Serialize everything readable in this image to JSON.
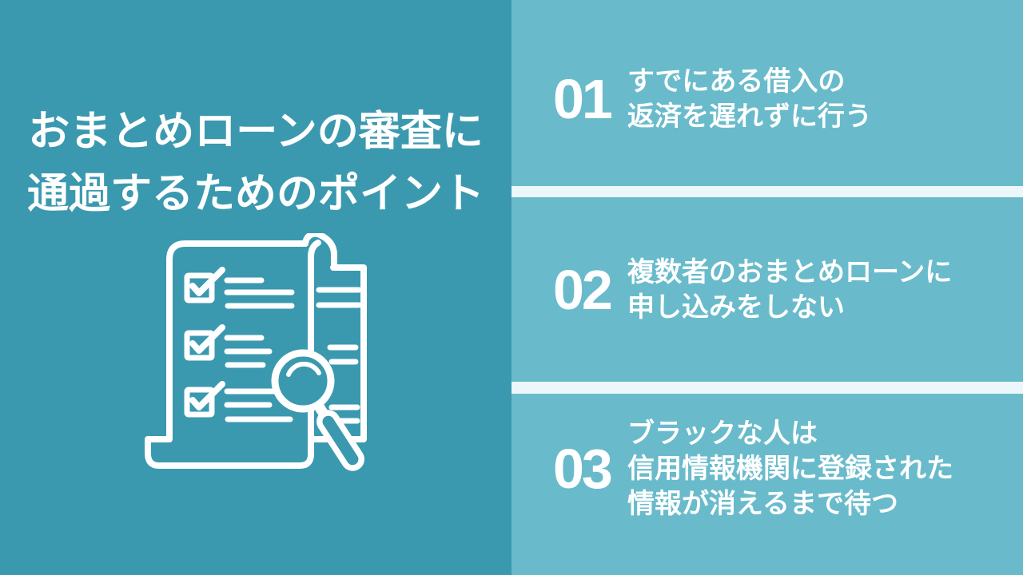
{
  "colors": {
    "left_background": "#3A99AF",
    "right_background": "#69BBCB",
    "divider": "#EBF7FA",
    "text": "#FFFFFF"
  },
  "left_panel": {
    "title_line1": "おまとめローンの審査に",
    "title_line2": "通過するためのポイント",
    "icon": "checklist-with-magnifier-icon"
  },
  "points": [
    {
      "number": "01",
      "lines": [
        "すでにある借入の",
        "返済を遅れずに行う"
      ]
    },
    {
      "number": "02",
      "lines": [
        "複数者のおまとめローンに",
        "申し込みをしない"
      ]
    },
    {
      "number": "03",
      "lines": [
        "ブラックな人は",
        "信用情報機関に登録された",
        "情報が消えるまで待つ"
      ]
    }
  ]
}
